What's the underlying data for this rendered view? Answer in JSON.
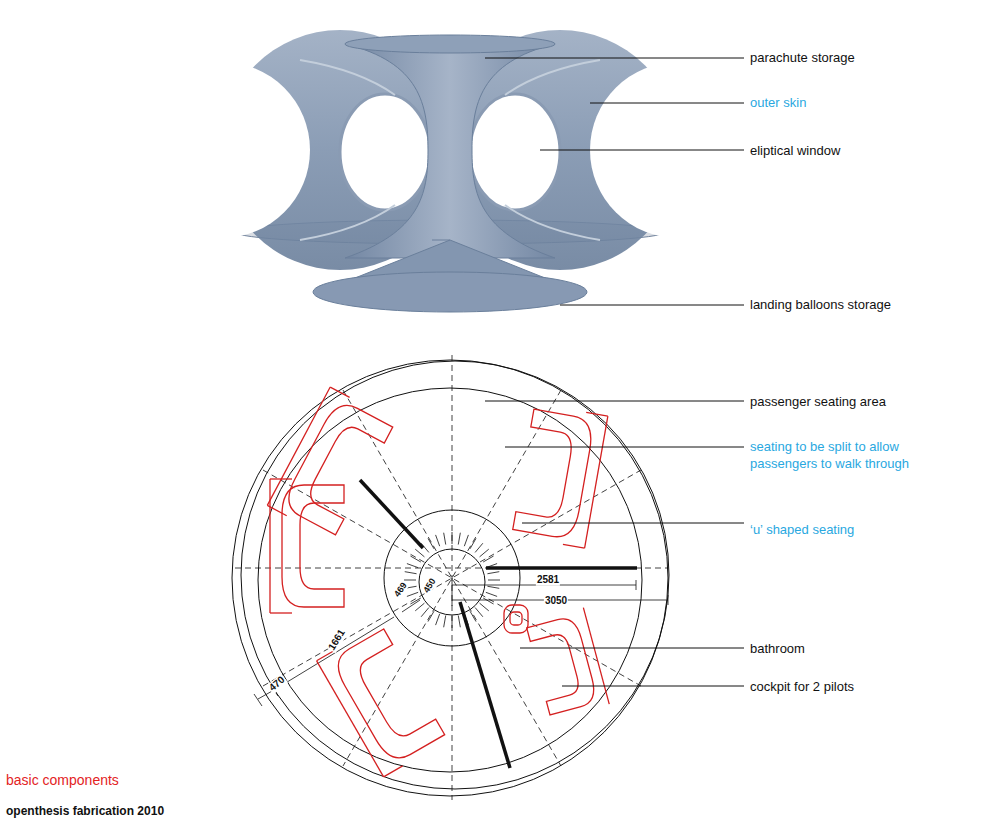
{
  "diagram": {
    "labels": [
      "parachute storage",
      "outer skin",
      "eliptical window",
      "landing balloons storage",
      "passenger seating area",
      "seating to be split to allow passengers to walk through",
      "‘u’ shaped seating",
      "bathroom",
      "cockpit for 2 pilots",
      "2581",
      "3050",
      "450",
      "469",
      "1661",
      "470",
      "basic components",
      "openthesis fabrication 2010"
    ]
  }
}
